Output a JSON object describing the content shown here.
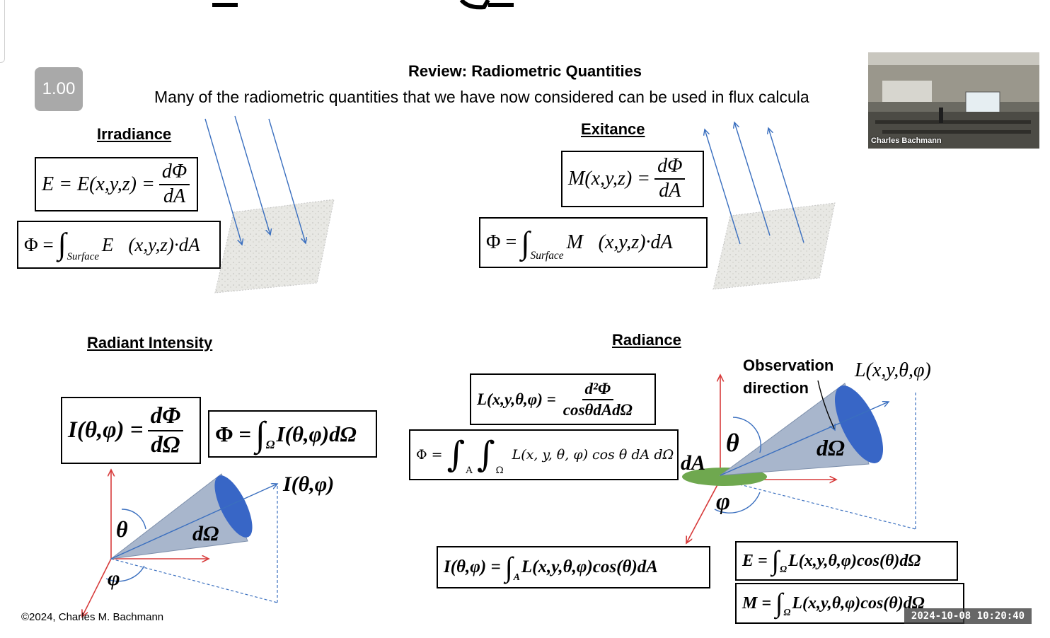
{
  "player": {
    "speed": "1.00",
    "timestamp": "2024-10-08 10:20:40"
  },
  "video": {
    "presenter_name": "Charles Bachmann"
  },
  "slide": {
    "title": "Review: Radiometric Quantities",
    "subtitle": "Many of the radiometric quantities that we have now considered can be used in flux calcula",
    "copyright": "©2024, Charles M. Bachmann",
    "irradiance": {
      "heading": "Irradiance",
      "eq1_lhs": "E = E(x,y,z) =",
      "eq1_num": "dΦ",
      "eq1_den": "dA",
      "eq2_lhs": "Φ =",
      "eq2_int": "∫",
      "eq2_sub": "Surface",
      "eq2_rhs": "E⃗(x,y,z)·dA⃗"
    },
    "exitance": {
      "heading": "Exitance",
      "eq1_lhs": "M(x,y,z) =",
      "eq1_num": "dΦ",
      "eq1_den": "dA",
      "eq2_lhs": "Φ =",
      "eq2_int": "∫",
      "eq2_sub": "Surface",
      "eq2_rhs": "M⃗(x,y,z)·dA⃗"
    },
    "intensity": {
      "heading": "Radiant Intensity",
      "eq1_lhs": "I(θ,φ) =",
      "eq1_num": "dΦ",
      "eq1_den": "dΩ",
      "eq2_lhs": "Φ =",
      "eq2_int": "∫",
      "eq2_sub": "Ω",
      "eq2_rhs": "I(θ,φ)dΩ",
      "diagram": {
        "theta": "θ",
        "phi": "φ",
        "solid_angle": "dΩ",
        "ray_label": "I(θ,φ)"
      }
    },
    "radiance": {
      "heading": "Radiance",
      "eq1_lhs": "L(x,y,θ,φ) =",
      "eq1_num": "d²Φ",
      "eq1_den": "cosθdAdΩ",
      "eq2_lhs": "Φ =",
      "eq2_int": "∫",
      "eq2_sub1": "A",
      "eq2_int2": "∫",
      "eq2_sub2": "Ω",
      "eq2_rhs": "L(x, y, θ, φ) cos θ dA dΩ",
      "eq3_lhs": "I(θ,φ) =",
      "eq3_int": "∫",
      "eq3_sub": "A",
      "eq3_rhs": "L(x,y,θ,φ)cos(θ)dA",
      "eq4_lhs": "E =",
      "eq4_int": "∫",
      "eq4_sub": "Ω",
      "eq4_rhs": "L(x,y,θ,φ)cos(θ)dΩ",
      "eq5_lhs": "M =",
      "eq5_int": "∫",
      "eq5_sub": "Ω",
      "eq5_rhs": "L(x,y,θ,φ)cos(θ)dΩ",
      "diagram": {
        "observation_line1": "Observation",
        "observation_line2": "direction",
        "ray_label": "L(x,y,θ,φ)",
        "area": "dA",
        "theta": "θ",
        "phi": "φ",
        "solid_angle": "dΩ"
      }
    }
  }
}
